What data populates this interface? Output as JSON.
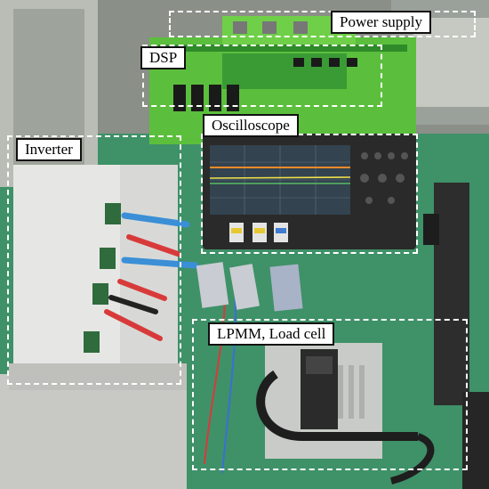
{
  "labels": {
    "power_supply": "Power supply",
    "dsp": "DSP",
    "oscilloscope": "Oscilloscope",
    "inverter": "Inverter",
    "lpmm_load_cell": "LPMM, Load cell"
  },
  "colors": {
    "floor": "#3e8f67",
    "board": "#5bbf3d",
    "chassis": "#d7d8d6",
    "scope_body": "#2b2b2b",
    "callout_border": "#ffffff"
  }
}
